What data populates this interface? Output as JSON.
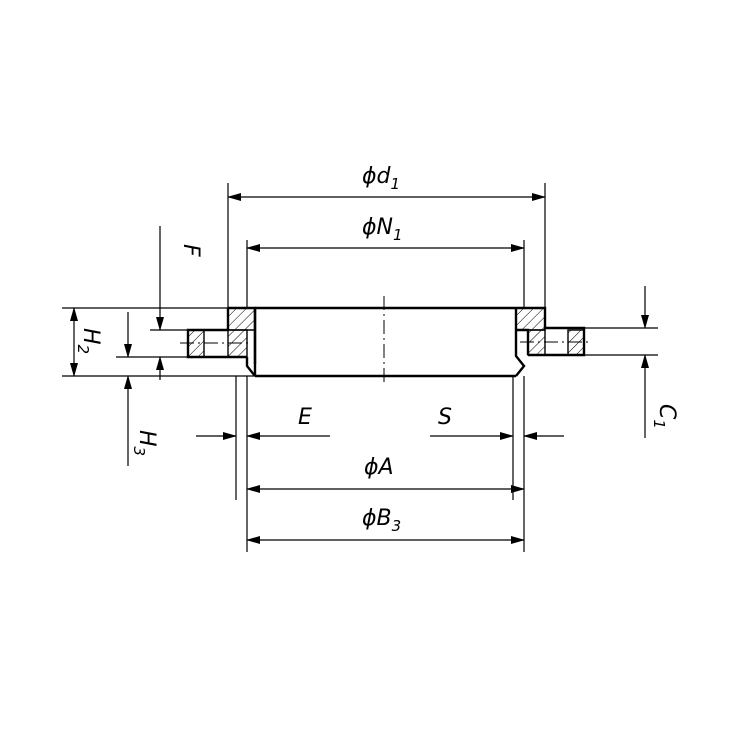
{
  "labels": {
    "d1": {
      "main": "ϕd",
      "sub": "1"
    },
    "N1": {
      "main": "ϕN",
      "sub": "1"
    },
    "F": {
      "main": "F"
    },
    "H2": {
      "main": "H",
      "sub": "2"
    },
    "H3": {
      "main": "H",
      "sub": "3"
    },
    "E": {
      "main": "E"
    },
    "S": {
      "main": "S"
    },
    "C1": {
      "main": "C",
      "sub": "1"
    },
    "A": {
      "main": "ϕA"
    },
    "B3": {
      "main": "ϕB",
      "sub": "3"
    }
  },
  "colors": {
    "line": "#000000",
    "background": "#ffffff"
  }
}
